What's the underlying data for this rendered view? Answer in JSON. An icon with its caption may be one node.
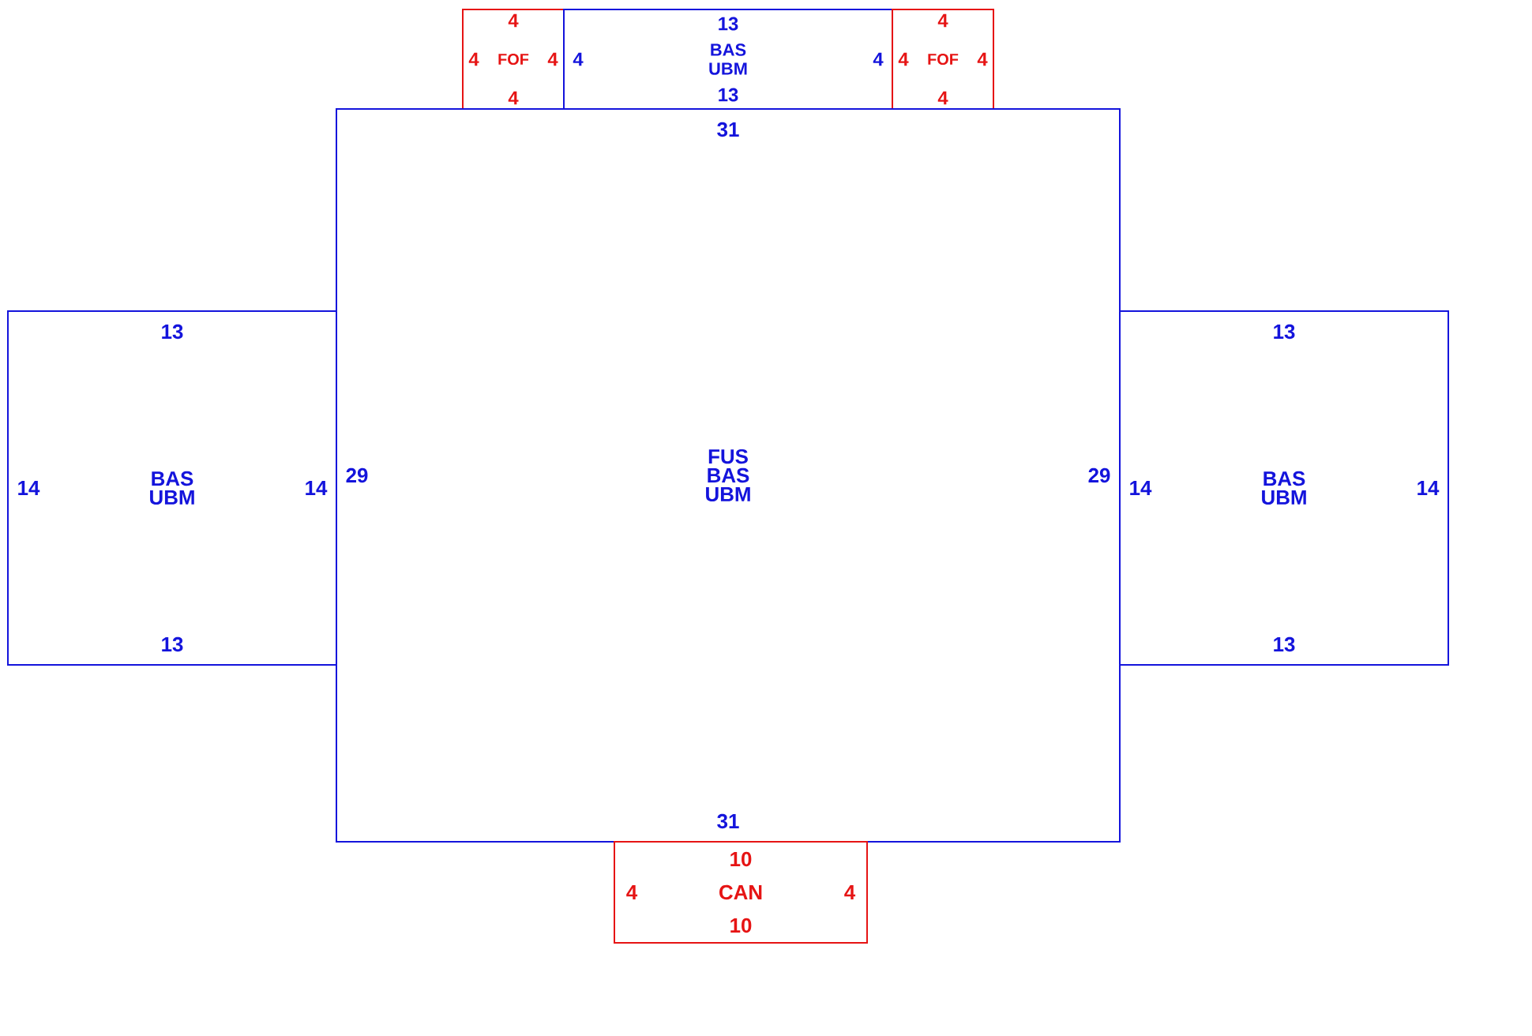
{
  "diagram": {
    "nodes": [
      {
        "text": [
          "4",
          "4",
          "FOF",
          "4",
          "4"
        ]
      },
      {
        "text": [
          "13",
          "4",
          "BAS UBM",
          "4",
          "13"
        ]
      },
      {
        "text": [
          "4",
          "4",
          "FOF",
          "4",
          "4"
        ]
      },
      {
        "text": [
          "31",
          "29",
          "FUS BAS UBM",
          "29",
          "31"
        ]
      },
      {
        "text": [
          "13",
          "14",
          "BAS UBM",
          "14",
          "13"
        ]
      },
      {
        "text": [
          "13",
          "14",
          "BAS UBM",
          "14",
          "13"
        ]
      },
      {
        "text": [
          "10",
          "4",
          "CAN",
          "4",
          "10"
        ]
      }
    ]
  }
}
